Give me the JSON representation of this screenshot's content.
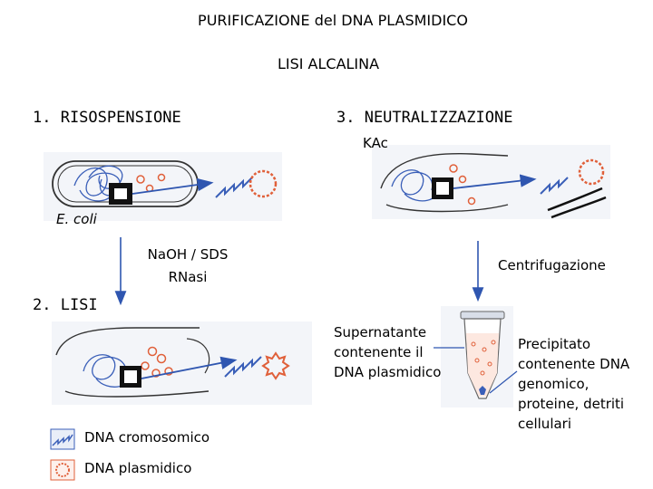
{
  "title": "PURIFICAZIONE del DNA PLASMIDICO",
  "subtitle": "LISI ALCALINA",
  "steps": {
    "step1": "1. RISOSPENSIONE",
    "step2": "2. LISI",
    "step3": "3. NEUTRALIZZAZIONE"
  },
  "labels": {
    "organism": "E. coli",
    "reagent_kac": "KAc",
    "reagents_lysis": [
      "NaOH / SDS",
      "RNasi"
    ],
    "centrifugation": "Centrifugazione",
    "supernatant": [
      "Supernatante",
      "contenente il",
      "DNA plasmidico"
    ],
    "pellet": [
      "Precipitato",
      "contenente DNA",
      "genomico,",
      "proteine, detriti",
      "cellulari"
    ]
  },
  "legend": {
    "chromosomal": "DNA cromosomico",
    "plasmid": "DNA plasmidico"
  },
  "colors": {
    "chromosomal_dna": "#3a5fb8",
    "plasmid_dna": "#e0603a",
    "arrow": "#2f56b0",
    "panel_bg": "#f3f5f9"
  }
}
